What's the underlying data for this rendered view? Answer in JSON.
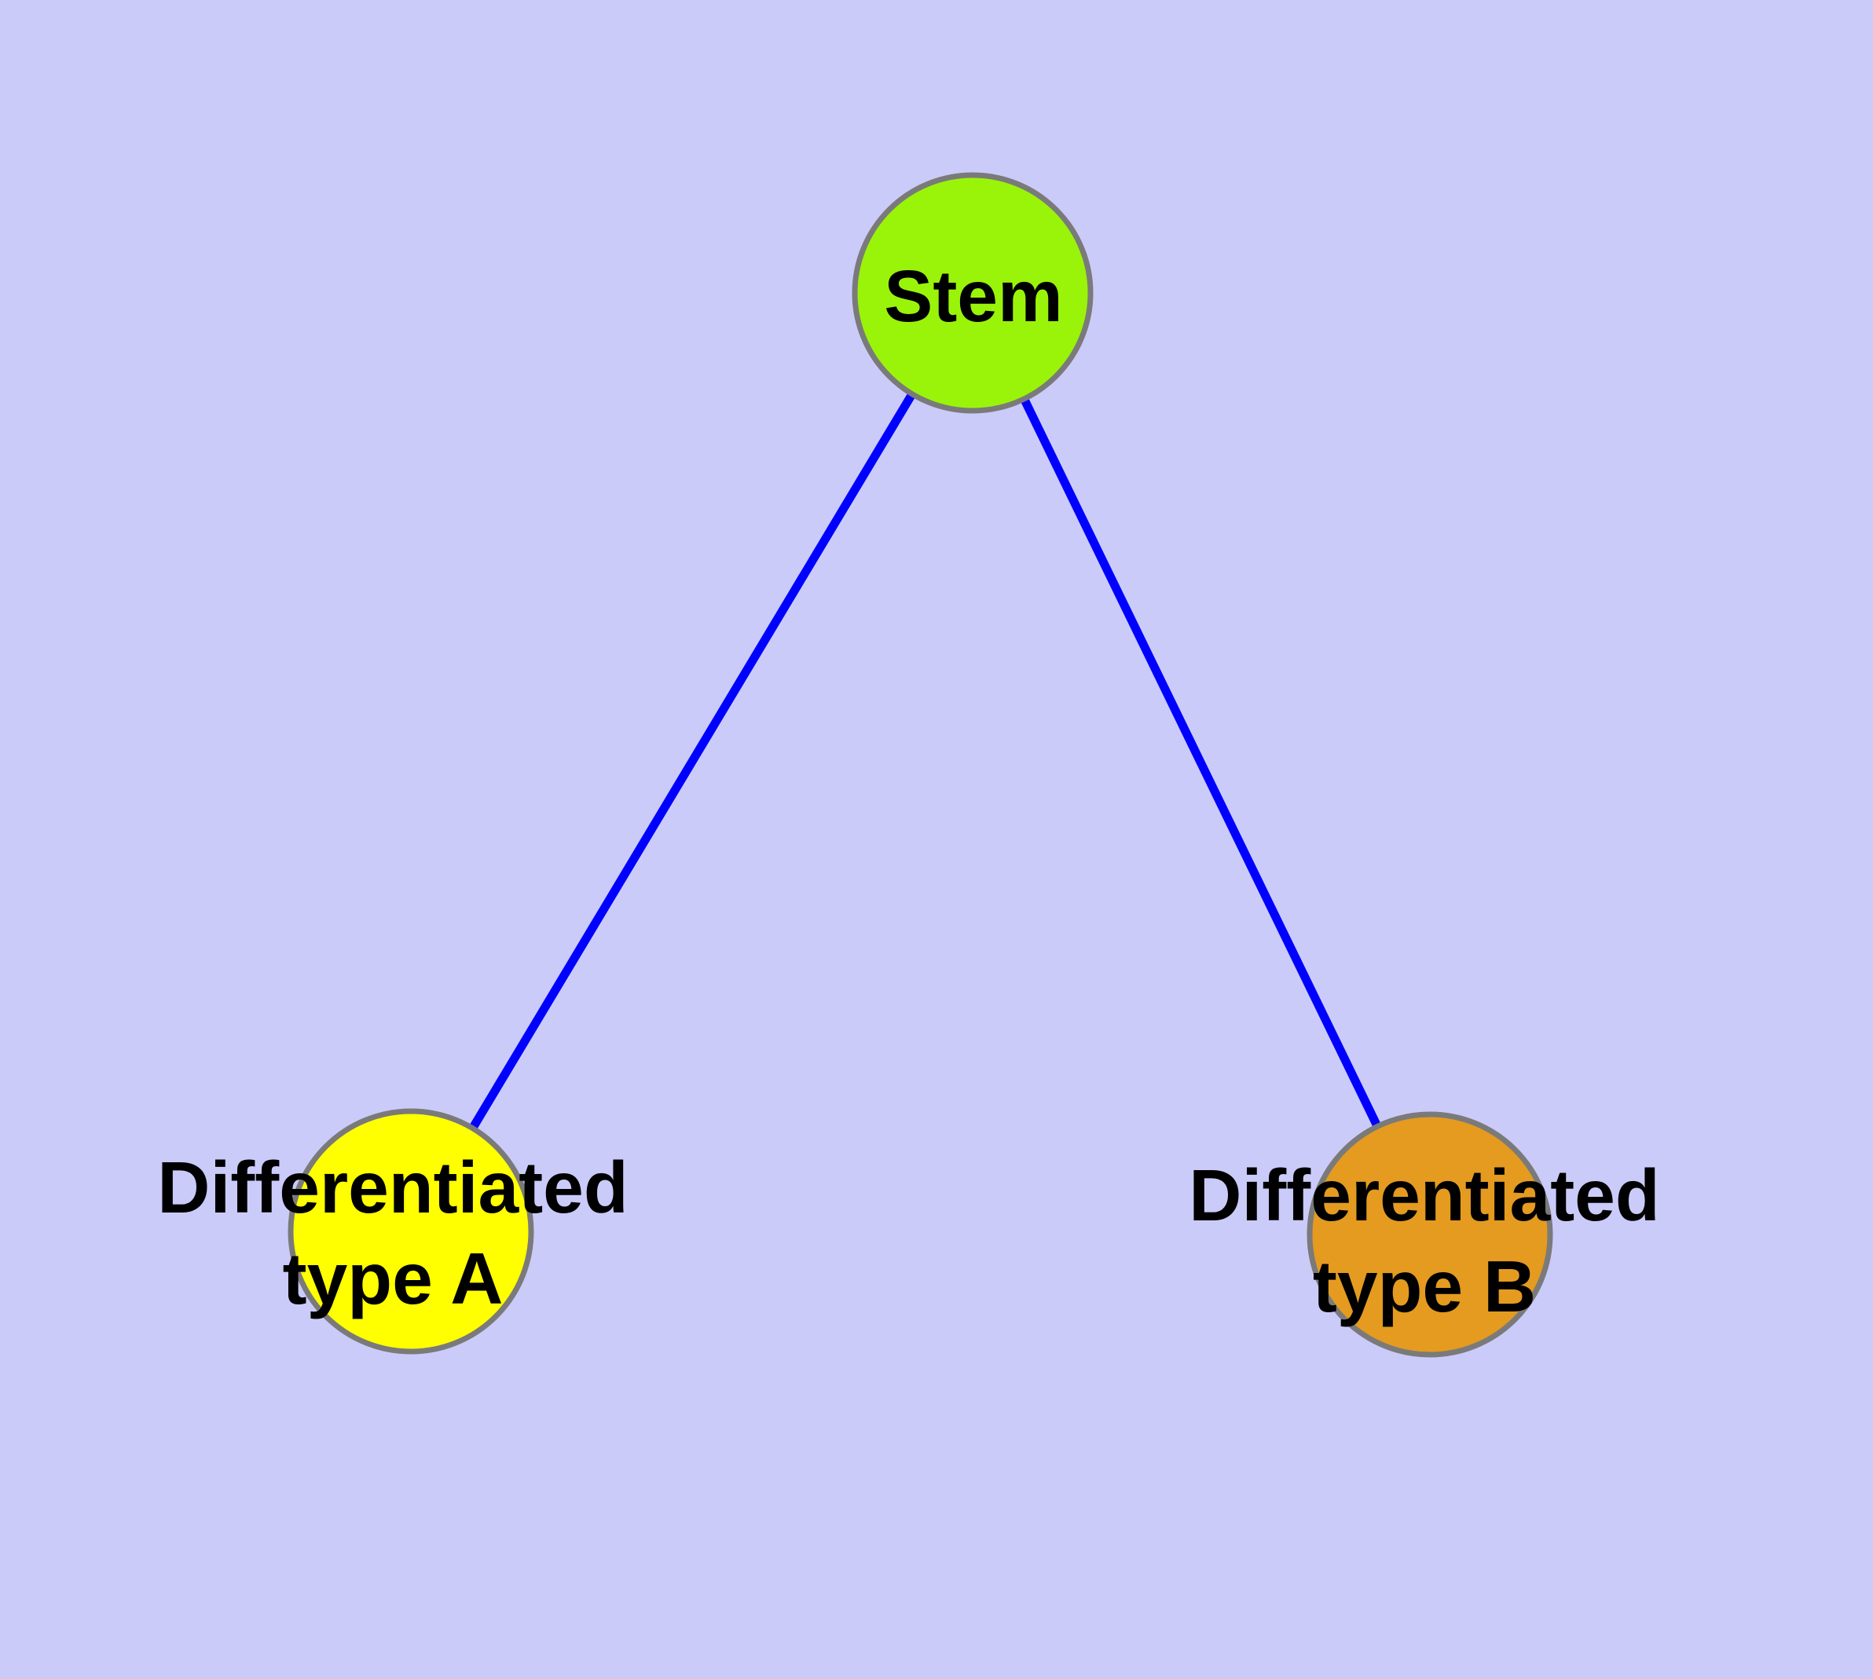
{
  "colors": {
    "background": "#CBCBFA",
    "edge": "#0000FF",
    "node_border": "#7A7A7A",
    "label_text": "#000000"
  },
  "nodes": {
    "stem": {
      "label": "Stem",
      "fill": "#9AF409"
    },
    "type_a": {
      "line1": "Differentiated",
      "line2": "type A",
      "fill": "#FFFF00"
    },
    "type_b": {
      "line1": "Differentiated",
      "line2": "type B",
      "fill": "#E49B20"
    }
  },
  "edges": [
    {
      "from": "stem",
      "to": "type_a"
    },
    {
      "from": "stem",
      "to": "type_b"
    }
  ]
}
